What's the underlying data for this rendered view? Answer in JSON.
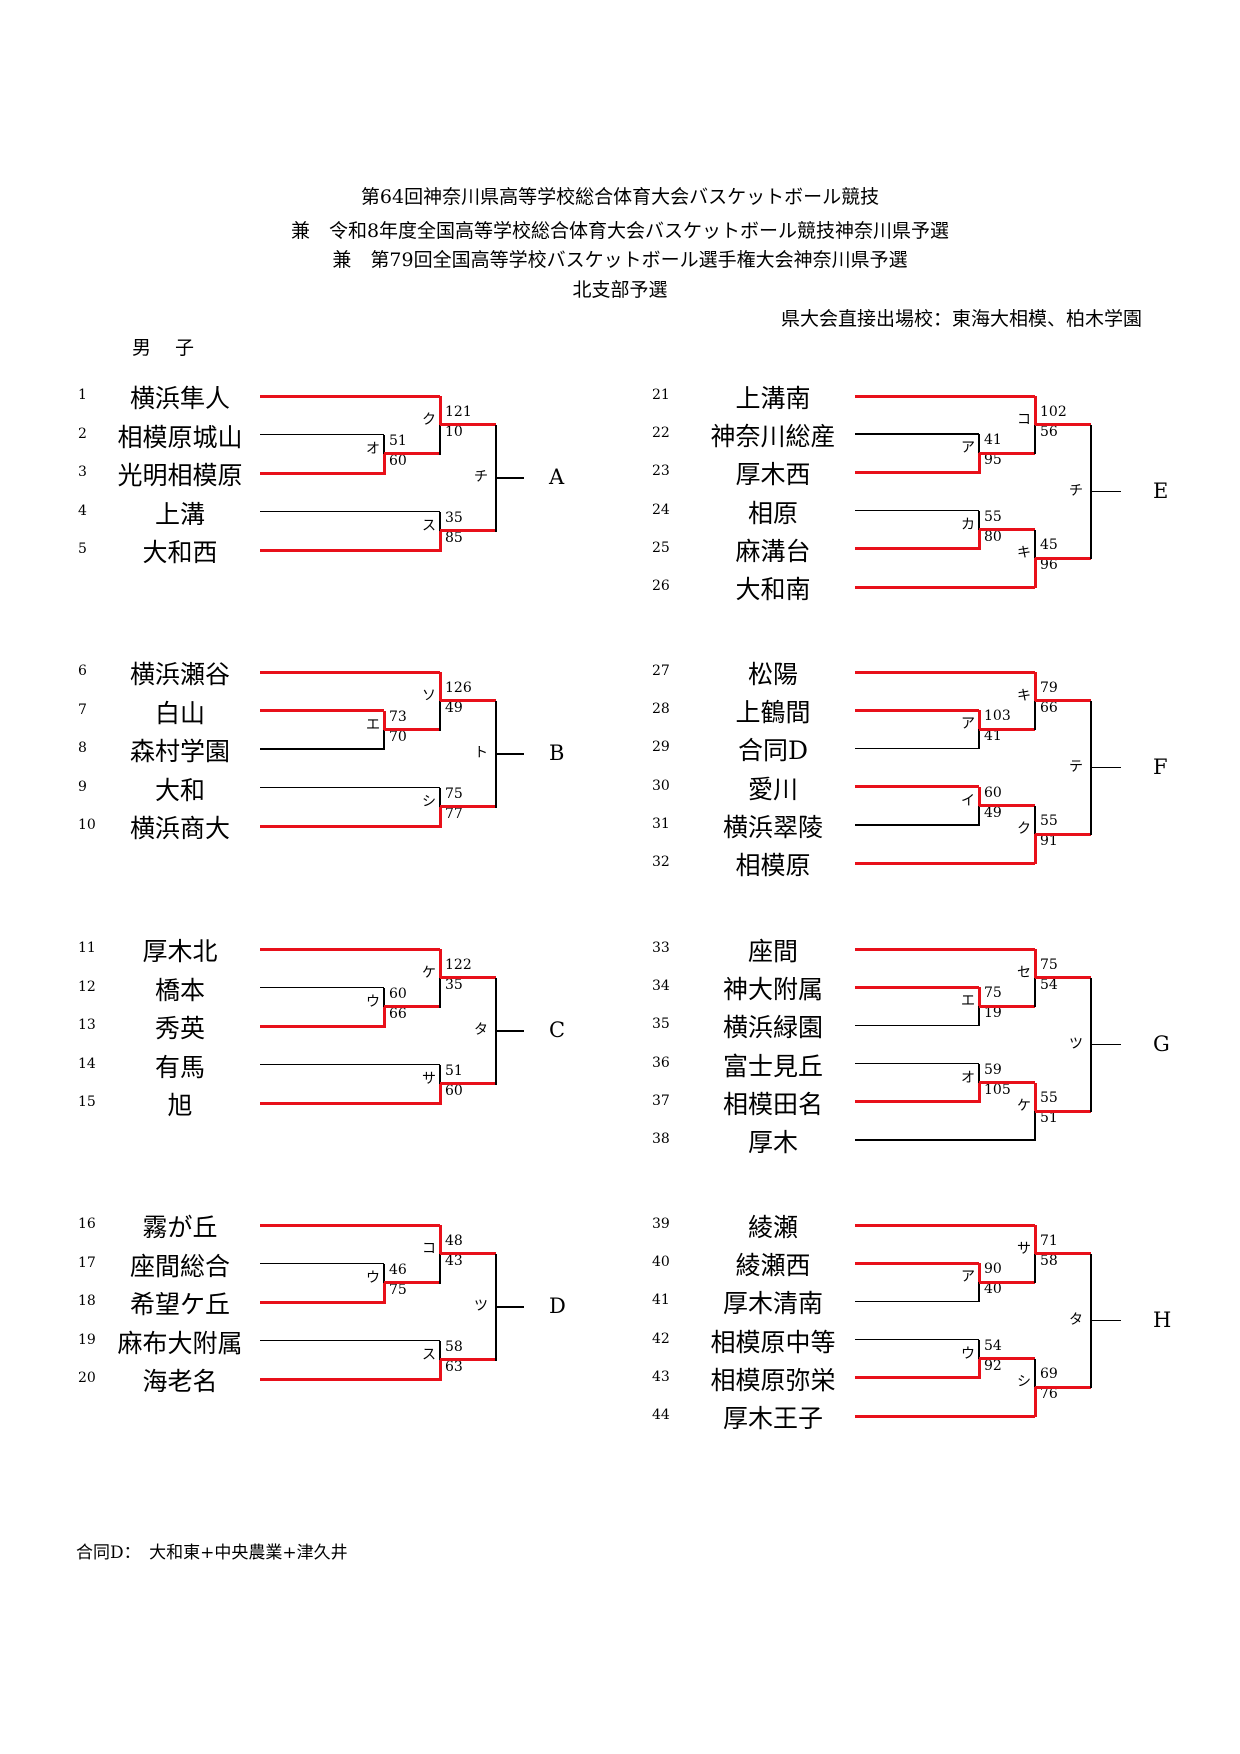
{
  "header": {
    "lines": [
      "第64回神奈川県高等学校総合体育大会バスケットボール競技",
      "兼　令和8年度全国高等学校総合体育大会バスケットボール競技神奈川県予選",
      "兼　第79回全国高等学校バスケットボール選手権大会神奈川県予選",
      "北支部予選"
    ],
    "direct_entry": "県大会直接出場校：東海大相模、柏木学園",
    "division": "男子"
  },
  "colors": {
    "winner_line": "#e8101a",
    "normal_line": "#000000"
  },
  "blocks": [
    {
      "label": "A",
      "final_kana": "チ",
      "teams": [
        {
          "no": "1",
          "name": "横浜隼人"
        },
        {
          "no": "2",
          "name": "相模原城山"
        },
        {
          "no": "3",
          "name": "光明相模原"
        },
        {
          "no": "4",
          "name": "上溝"
        },
        {
          "no": "5",
          "name": "大和西"
        }
      ],
      "m_pair": {
        "kana": "オ",
        "top": "51",
        "bottom": "60",
        "winner": "bottom"
      },
      "m_top": {
        "kana": "ク",
        "top": "121",
        "bottom": "10",
        "winner": "top"
      },
      "m_bot": {
        "kana": "ス",
        "top": "35",
        "bottom": "85",
        "winner": "bottom"
      }
    },
    {
      "label": "B",
      "final_kana": "ト",
      "teams": [
        {
          "no": "6",
          "name": "横浜瀬谷"
        },
        {
          "no": "7",
          "name": "白山"
        },
        {
          "no": "8",
          "name": "森村学園"
        },
        {
          "no": "9",
          "name": "大和"
        },
        {
          "no": "10",
          "name": "横浜商大"
        }
      ],
      "m_pair": {
        "kana": "エ",
        "top": "73",
        "bottom": "70",
        "winner": "top"
      },
      "m_top": {
        "kana": "ソ",
        "top": "126",
        "bottom": "49",
        "winner": "top"
      },
      "m_bot": {
        "kana": "シ",
        "top": "75",
        "bottom": "77",
        "winner": "bottom"
      }
    },
    {
      "label": "C",
      "final_kana": "タ",
      "teams": [
        {
          "no": "11",
          "name": "厚木北"
        },
        {
          "no": "12",
          "name": "橋本"
        },
        {
          "no": "13",
          "name": "秀英"
        },
        {
          "no": "14",
          "name": "有馬"
        },
        {
          "no": "15",
          "name": "旭"
        }
      ],
      "m_pair": {
        "kana": "ウ",
        "top": "60",
        "bottom": "66",
        "winner": "bottom"
      },
      "m_top": {
        "kana": "ケ",
        "top": "122",
        "bottom": "35",
        "winner": "top"
      },
      "m_bot": {
        "kana": "サ",
        "top": "51",
        "bottom": "60",
        "winner": "bottom"
      }
    },
    {
      "label": "D",
      "final_kana": "ツ",
      "teams": [
        {
          "no": "16",
          "name": "霧が丘"
        },
        {
          "no": "17",
          "name": "座間総合"
        },
        {
          "no": "18",
          "name": "希望ケ丘"
        },
        {
          "no": "19",
          "name": "麻布大附属"
        },
        {
          "no": "20",
          "name": "海老名"
        }
      ],
      "m_pair": {
        "kana": "ウ",
        "top": "46",
        "bottom": "75",
        "winner": "bottom"
      },
      "m_top": {
        "kana": "コ",
        "top": "48",
        "bottom": "43",
        "winner": "top"
      },
      "m_bot": {
        "kana": "ス",
        "top": "58",
        "bottom": "63",
        "winner": "bottom"
      }
    },
    {
      "label": "E",
      "final_kana": "チ",
      "teams": [
        {
          "no": "21",
          "name": "上溝南"
        },
        {
          "no": "22",
          "name": "神奈川総産"
        },
        {
          "no": "23",
          "name": "厚木西"
        },
        {
          "no": "24",
          "name": "相原"
        },
        {
          "no": "25",
          "name": "麻溝台"
        },
        {
          "no": "26",
          "name": "大和南"
        }
      ],
      "m_p1": {
        "kana": "ア",
        "top": "41",
        "bottom": "95",
        "winner": "bottom"
      },
      "m_p2": {
        "kana": "カ",
        "top": "55",
        "bottom": "80",
        "winner": "bottom"
      },
      "m_top": {
        "kana": "コ",
        "top": "102",
        "bottom": "56",
        "winner": "top"
      },
      "m_bot": {
        "kana": "キ",
        "top": "45",
        "bottom": "96",
        "winner": "bottom"
      }
    },
    {
      "label": "F",
      "final_kana": "テ",
      "teams": [
        {
          "no": "27",
          "name": "松陽"
        },
        {
          "no": "28",
          "name": "上鶴間"
        },
        {
          "no": "29",
          "name": "合同D"
        },
        {
          "no": "30",
          "name": "愛川"
        },
        {
          "no": "31",
          "name": "横浜翠陵"
        },
        {
          "no": "32",
          "name": "相模原"
        }
      ],
      "m_p1": {
        "kana": "ア",
        "top": "103",
        "bottom": "41",
        "winner": "top"
      },
      "m_p2": {
        "kana": "イ",
        "top": "60",
        "bottom": "49",
        "winner": "top"
      },
      "m_top": {
        "kana": "キ",
        "top": "79",
        "bottom": "66",
        "winner": "top"
      },
      "m_bot": {
        "kana": "ク",
        "top": "55",
        "bottom": "91",
        "winner": "bottom"
      }
    },
    {
      "label": "G",
      "final_kana": "ツ",
      "teams": [
        {
          "no": "33",
          "name": "座間"
        },
        {
          "no": "34",
          "name": "神大附属"
        },
        {
          "no": "35",
          "name": "横浜緑園"
        },
        {
          "no": "36",
          "name": "富士見丘"
        },
        {
          "no": "37",
          "name": "相模田名"
        },
        {
          "no": "38",
          "name": "厚木"
        }
      ],
      "m_p1": {
        "kana": "エ",
        "top": "75",
        "bottom": "19",
        "winner": "top"
      },
      "m_p2": {
        "kana": "オ",
        "top": "59",
        "bottom": "105",
        "winner": "bottom"
      },
      "m_top": {
        "kana": "セ",
        "top": "75",
        "bottom": "54",
        "winner": "top"
      },
      "m_bot": {
        "kana": "ケ",
        "top": "55",
        "bottom": "51",
        "winner": "top"
      }
    },
    {
      "label": "H",
      "final_kana": "タ",
      "teams": [
        {
          "no": "39",
          "name": "綾瀬"
        },
        {
          "no": "40",
          "name": "綾瀬西"
        },
        {
          "no": "41",
          "name": "厚木清南"
        },
        {
          "no": "42",
          "name": "相模原中等"
        },
        {
          "no": "43",
          "name": "相模原弥栄"
        },
        {
          "no": "44",
          "name": "厚木王子"
        }
      ],
      "m_p1": {
        "kana": "ア",
        "top": "90",
        "bottom": "40",
        "winner": "top"
      },
      "m_p2": {
        "kana": "ウ",
        "top": "54",
        "bottom": "92",
        "winner": "bottom"
      },
      "m_top": {
        "kana": "サ",
        "top": "71",
        "bottom": "58",
        "winner": "top"
      },
      "m_bot": {
        "kana": "シ",
        "top": "69",
        "bottom": "76",
        "winner": "bottom"
      }
    }
  ],
  "footnote": "合同D：　大和東+中央農業+津久井"
}
